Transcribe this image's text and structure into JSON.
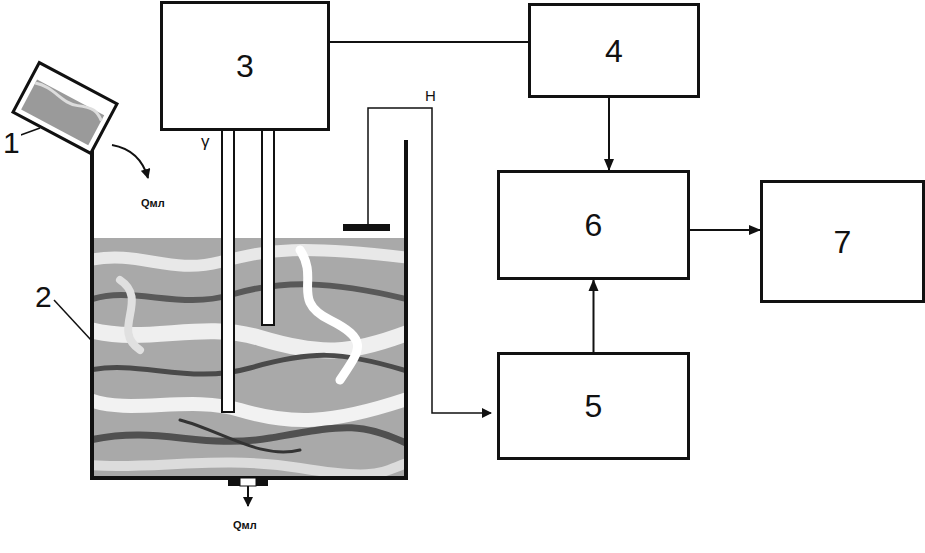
{
  "diagram": {
    "nodes": [
      {
        "text": [
          "3"
        ]
      },
      {
        "text": [
          "4"
        ]
      },
      {
        "text": [
          "5"
        ]
      },
      {
        "text": [
          "6"
        ]
      },
      {
        "text": [
          "7"
        ]
      }
    ],
    "edges": [
      {
        "from": 0,
        "to": 1,
        "arrow": "none"
      },
      {
        "from": 1,
        "to": 3,
        "arrow": "to"
      },
      {
        "from": 2,
        "to": 3,
        "arrow": "to"
      },
      {
        "from": 3,
        "to": 4,
        "arrow": "to"
      }
    ],
    "labels": [
      "1",
      "2",
      "γ",
      "H",
      "Qмл",
      "Qмл"
    ]
  }
}
